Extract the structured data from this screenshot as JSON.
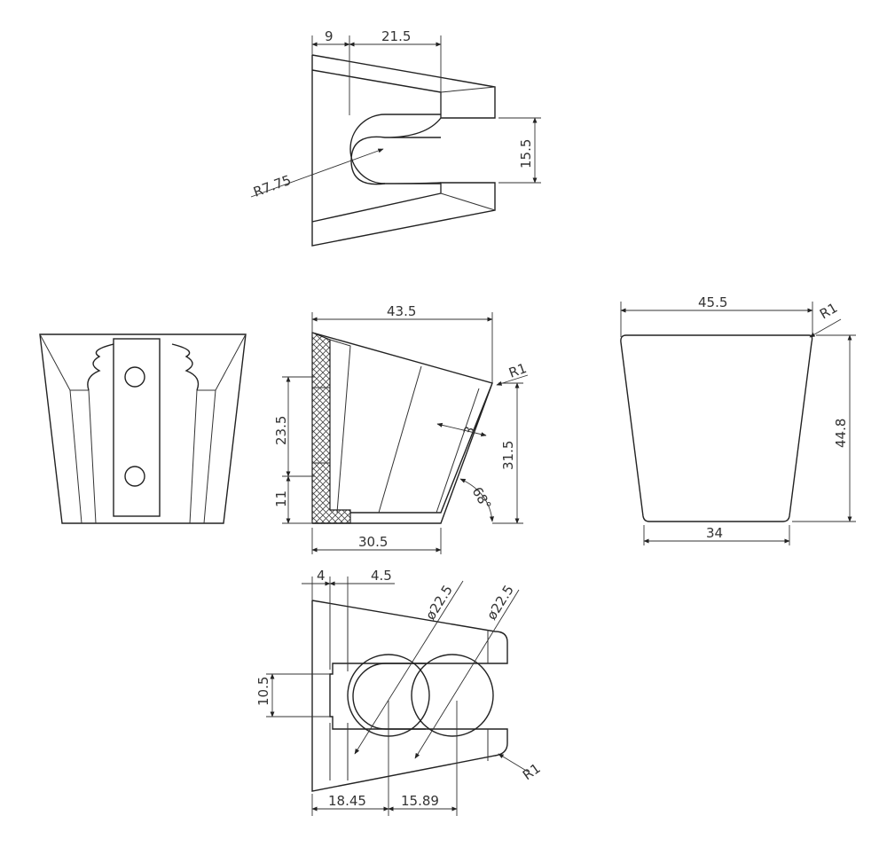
{
  "drawing": {
    "top_view": {
      "dim_a": "9",
      "dim_b": "21.5",
      "dim_height": "15.5",
      "radius": "R7.75"
    },
    "side_view": {
      "width": "43.5",
      "radius": "R1",
      "h1": "23.5",
      "h2": "11",
      "h3": "31.5",
      "angle": "68°",
      "wall": "3",
      "base": "30.5"
    },
    "right_view": {
      "width_top": "45.5",
      "width_bottom": "34",
      "height": "44.8",
      "radius": "R1"
    },
    "bottom_view": {
      "dim_a": "4",
      "dim_b": "4.5",
      "dia_1": "ø22.5",
      "dia_2": "ø22.5",
      "dim_height": "10.5",
      "radius": "R1",
      "dim_c": "18.45",
      "dim_d": "15.89"
    }
  }
}
